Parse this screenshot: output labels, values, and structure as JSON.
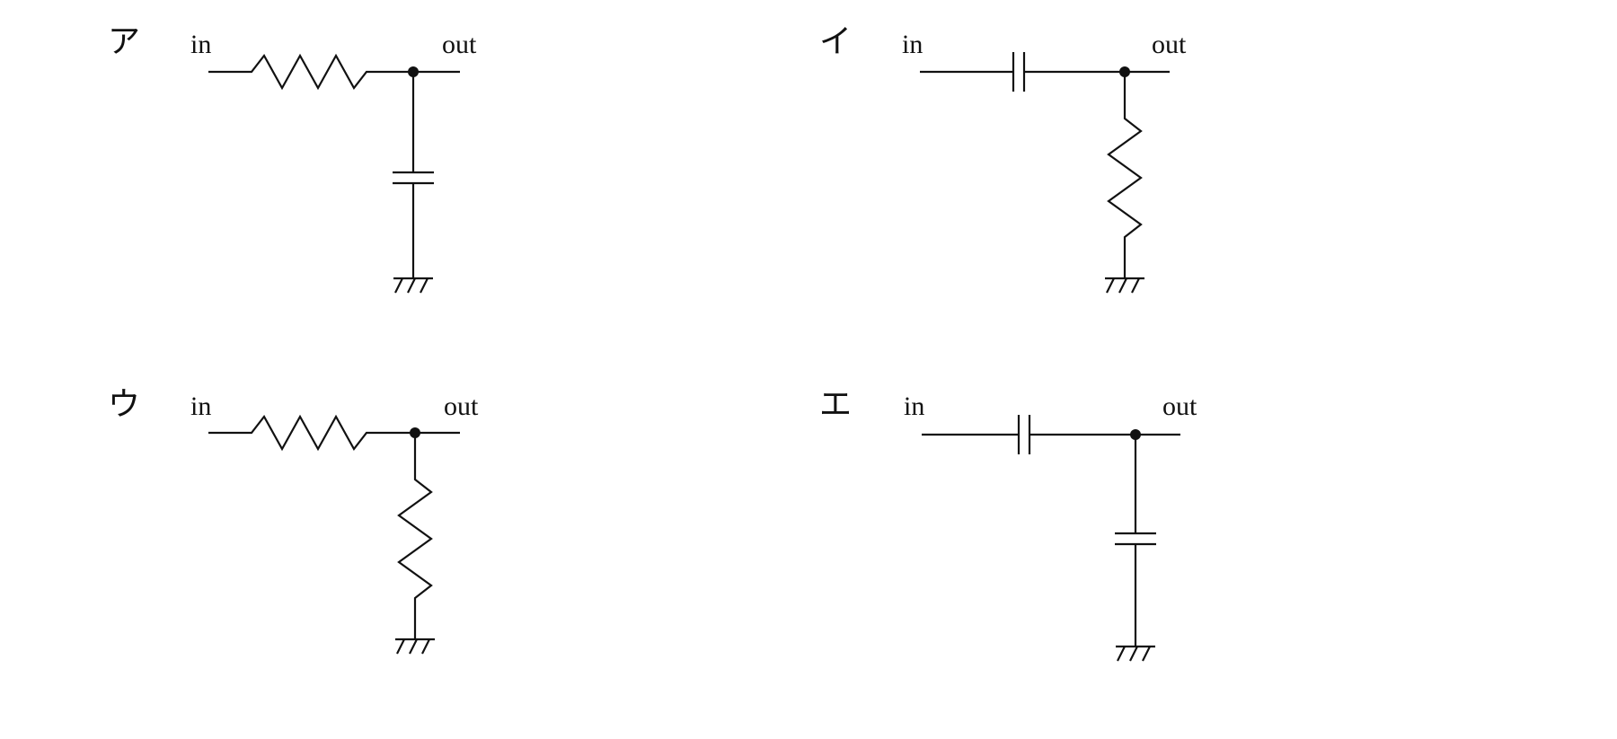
{
  "colors": {
    "ink": "#111111",
    "background": "#ffffff"
  },
  "circuits": [
    {
      "label": "ア",
      "in_label": "in",
      "out_label": "out",
      "series": "resistor",
      "shunt": "capacitor"
    },
    {
      "label": "イ",
      "in_label": "in",
      "out_label": "out",
      "series": "capacitor",
      "shunt": "resistor"
    },
    {
      "label": "ウ",
      "in_label": "in",
      "out_label": "out",
      "series": "resistor",
      "shunt": "resistor"
    },
    {
      "label": "エ",
      "in_label": "in",
      "out_label": "out",
      "series": "capacitor",
      "shunt": "capacitor"
    }
  ]
}
